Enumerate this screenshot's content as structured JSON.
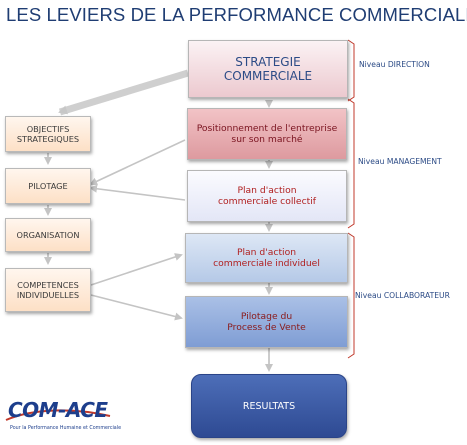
{
  "title": "LES LEVIERS DE LA PERFORMANCE COMMERCIALE",
  "left_boxes": [
    {
      "label": "OBJECTIFS\nSTRATEGIQUES"
    },
    {
      "label": "PILOTAGE"
    },
    {
      "label": "ORGANISATION"
    },
    {
      "label": "COMPETENCES\nINDIVIDUELLES"
    }
  ],
  "center_boxes": [
    {
      "label": "STRATEGIE\nCOMMERCIALE"
    },
    {
      "label": "Positionnement de l'entreprise\nsur son marché"
    },
    {
      "label": "Plan d'action\ncommerciale collectif"
    },
    {
      "label": "Plan d'action\ncommerciale individuel"
    },
    {
      "label": "Pilotage du\nProcess de Vente"
    }
  ],
  "result": {
    "label": "RESULTATS"
  },
  "levels": [
    {
      "label": "Niveau DIRECTION"
    },
    {
      "label": "Niveau MANAGEMENT"
    },
    {
      "label": "Niveau COLLABORATEUR"
    }
  ],
  "logo": {
    "name": "COM-ACE",
    "tagline": "Pour la Performance Humaine et Commerciale"
  },
  "colors": {
    "title": "#1f3d73",
    "accent": "#c0392b",
    "result": "#2e4a93"
  }
}
